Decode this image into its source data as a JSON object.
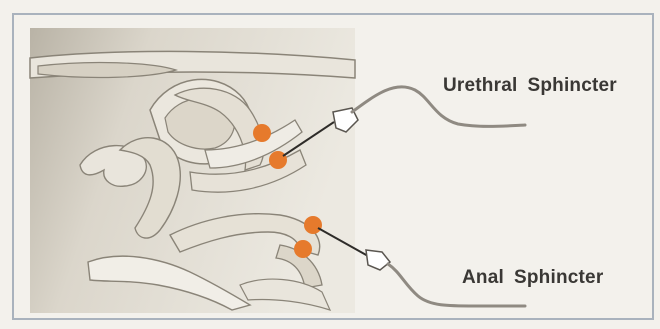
{
  "labels": {
    "urethral": {
      "word1": "Urethral",
      "word2": "Sphincter"
    },
    "anal": {
      "word1": "Anal",
      "word2": "Sphincter"
    }
  },
  "colors": {
    "frame": "#a9b2bd",
    "background": "#f1efe9",
    "anatomy_fill": "#ddd7ca",
    "anatomy_stroke": "#8a8478",
    "electrode_dot": "#e67a2c",
    "lead_wire": "#8f8a82",
    "label_text": "#3a3835"
  },
  "icons": {
    "electrode": "needle-electrode-icon",
    "marker": "orange-dot-icon"
  }
}
